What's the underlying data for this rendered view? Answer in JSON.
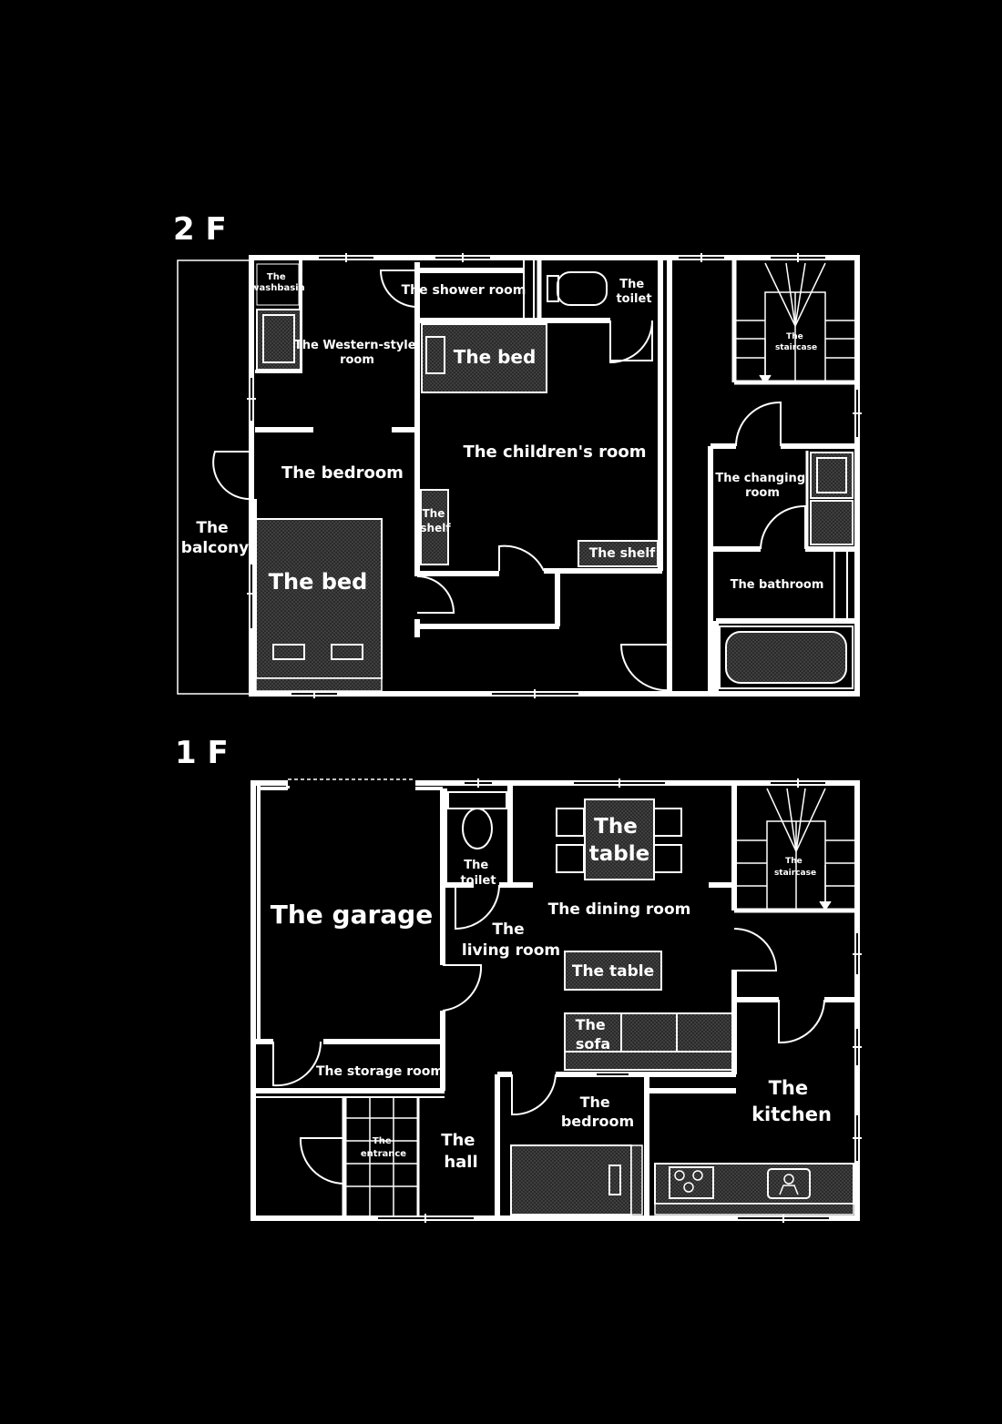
{
  "floors": {
    "upper": {
      "heading": "2 F",
      "rooms": {
        "washbasin": [
          "The",
          "washbasin"
        ],
        "western": [
          "The Western-style",
          "room"
        ],
        "shower": [
          "The shower room"
        ],
        "toilet": [
          "The",
          "toilet"
        ],
        "bed_child": [
          "The bed"
        ],
        "staircase": [
          "The",
          "staircase"
        ],
        "childrens": [
          "The children's room"
        ],
        "bedroom": [
          "The bedroom"
        ],
        "changing": [
          "The changing",
          "room"
        ],
        "balcony": [
          "The",
          "balcony"
        ],
        "shelf_left": [
          "The",
          "shelf"
        ],
        "shelf_right": [
          "The shelf"
        ],
        "bathroom": [
          "The bathroom"
        ],
        "bed_master": [
          "The bed"
        ]
      }
    },
    "ground": {
      "heading": "1 F",
      "rooms": {
        "garage": [
          "The garage"
        ],
        "toilet": [
          "The",
          "toilet"
        ],
        "table_dining": [
          "The",
          "table"
        ],
        "staircase": [
          "The",
          "staircase"
        ],
        "dining": [
          "The dining room"
        ],
        "living": [
          "The",
          "living room"
        ],
        "table_living": [
          "The table"
        ],
        "sofa": [
          "The",
          "sofa"
        ],
        "storage": [
          "The storage room"
        ],
        "kitchen": [
          "The",
          "kitchen"
        ],
        "bedroom": [
          "The",
          "bedroom"
        ],
        "entrance": [
          "The",
          "entrance"
        ],
        "hall": [
          "The",
          "hall"
        ]
      }
    }
  },
  "colors": {
    "background": "#000000",
    "walls": "#ffffff",
    "furniture_fill": "#3a3a3a"
  }
}
